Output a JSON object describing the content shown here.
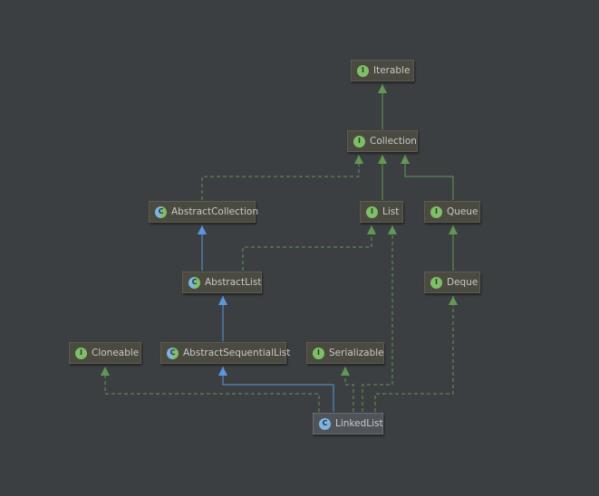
{
  "nodes": {
    "iterable": {
      "label": "Iterable",
      "kind": "interface",
      "badge": "I"
    },
    "collection": {
      "label": "Collection",
      "kind": "interface",
      "badge": "I"
    },
    "abstract_collection": {
      "label": "AbstractCollection",
      "kind": "abstract",
      "badge": "C"
    },
    "list": {
      "label": "List",
      "kind": "interface",
      "badge": "I"
    },
    "queue": {
      "label": "Queue",
      "kind": "interface",
      "badge": "I"
    },
    "abstract_list": {
      "label": "AbstractList",
      "kind": "abstract",
      "badge": "C"
    },
    "deque": {
      "label": "Deque",
      "kind": "interface",
      "badge": "I"
    },
    "cloneable": {
      "label": "Cloneable",
      "kind": "interface",
      "badge": "I"
    },
    "abstract_sequential_list": {
      "label": "AbstractSequentialList",
      "kind": "abstract",
      "badge": "C"
    },
    "serializable": {
      "label": "Serializable",
      "kind": "interface",
      "badge": "I"
    },
    "linked_list": {
      "label": "LinkedList",
      "kind": "class",
      "badge": "C"
    }
  },
  "edge_colors": {
    "implements": "#629755",
    "extends": "#5b97e0"
  }
}
